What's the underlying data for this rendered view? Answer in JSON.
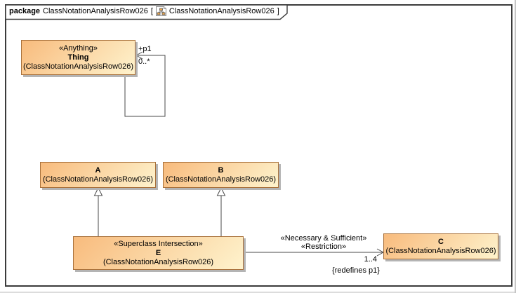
{
  "header": {
    "keyword": "package",
    "package_name": "ClassNotationAnalysisRow026",
    "open_bracket": "[",
    "diagram_icon": "class-diagram-icon",
    "diagram_name": "ClassNotationAnalysisRow026",
    "close_bracket": "]"
  },
  "classes": {
    "thing": {
      "stereotype": "«Anything»",
      "name": "Thing",
      "qualifier": "(ClassNotationAnalysisRow026)"
    },
    "a": {
      "name": "A",
      "qualifier": "(ClassNotationAnalysisRow026)"
    },
    "b": {
      "name": "B",
      "qualifier": "(ClassNotationAnalysisRow026)"
    },
    "e": {
      "stereotype": "«Superclass Intersection»",
      "name": "E",
      "qualifier": "(ClassNotationAnalysisRow026)"
    },
    "c": {
      "name": "C",
      "qualifier": "(ClassNotationAnalysisRow026)"
    }
  },
  "relationships": {
    "self_association": {
      "role": "+p1",
      "multiplicity": "0..*"
    },
    "restriction": {
      "stereotype_line1": "«Necessary & Sufficient»",
      "stereotype_line2": "«Restriction»",
      "multiplicity": "1..4",
      "constraint": "{redefines p1}"
    }
  },
  "colors": {
    "box_gradient_start": "#f8bb7d",
    "box_gradient_end": "#fef3cd",
    "box_border": "#a9713b",
    "line": "#4a4a4a",
    "frame_border": "#3b3b3b",
    "shadow": "#b4b4b4"
  }
}
